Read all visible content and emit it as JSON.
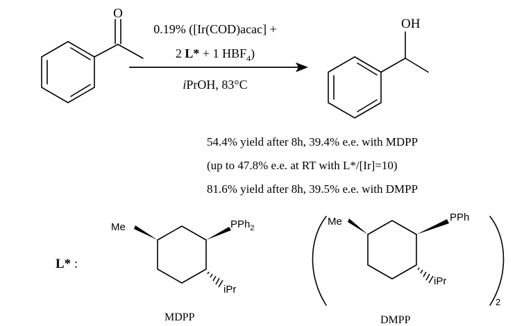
{
  "reaction": {
    "ketone_oxygen": "O",
    "product_group": "OH",
    "conditions": {
      "line1": "0.19% ([Ir(COD)acac] +",
      "line2_pre": "2 ",
      "line2_ligand": "L*",
      "line2_mid": " + 1 HBF",
      "line2_sub": "4",
      "line2_post": ")",
      "line3_italic": "i",
      "line3_rest": "PrOH, 83°C"
    }
  },
  "results": [
    "54.4% yield after 8h, 39.4% e.e. with MDPP",
    "(up to 47.8% e.e. at RT with L*/[Ir]=10)",
    "81.6% yield after 8h, 39.5% e.e. with DMPP"
  ],
  "ligands": {
    "label_bold": "L*",
    "label_colon": " :",
    "mdpp": {
      "me": "Me",
      "pph": "PPh",
      "pph_sub": "2",
      "ipr": "iPr",
      "name": "MDPP"
    },
    "dmpp": {
      "me": "Me",
      "pph": "PPh",
      "ipr": "iPr",
      "subscript": "2",
      "name": "DMPP"
    }
  }
}
